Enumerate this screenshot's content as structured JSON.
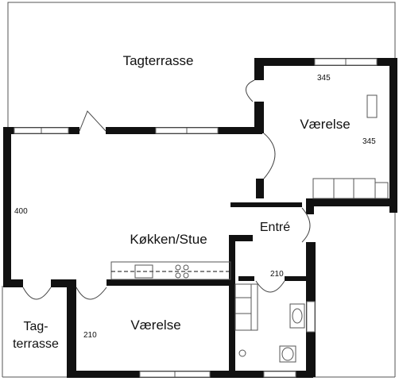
{
  "rooms": {
    "tagterrasse_top": "Tagterrasse",
    "vaerelse_top": "Værelse",
    "kokken_stue": "Køkken/Stue",
    "entre": "Entré",
    "tagterrasse_bottom_line1": "Tag-",
    "tagterrasse_bottom_line2": "terrasse",
    "vaerelse_bottom": "Værelse"
  },
  "dimensions": {
    "top_room_width": "345",
    "top_room_depth": "345",
    "living_depth": "400",
    "bath_width": "210",
    "bottom_room_depth": "210"
  }
}
